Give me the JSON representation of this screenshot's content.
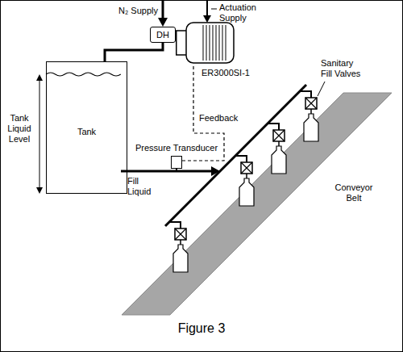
{
  "diagram": {
    "caption": "Figure 3",
    "nodes": [
      {
        "text": [
          "DH"
        ]
      },
      {
        "text": [
          "ER3000SI-1"
        ]
      },
      {
        "text": [
          "Tank"
        ]
      },
      {
        "text": [
          "Pressure Transducer"
        ]
      }
    ],
    "edges": [
      {
        "from": 0,
        "to": 2,
        "arrow": "none"
      },
      {
        "from": 3,
        "to": 1,
        "arrow": "none",
        "label": "Feedback"
      }
    ],
    "labels": [
      "N₂ Supply",
      "Actuation Supply",
      "Tank Liquid Level",
      "Fill Liquid",
      "Sanitary Fill Valves",
      "Conveyor Belt"
    ]
  }
}
